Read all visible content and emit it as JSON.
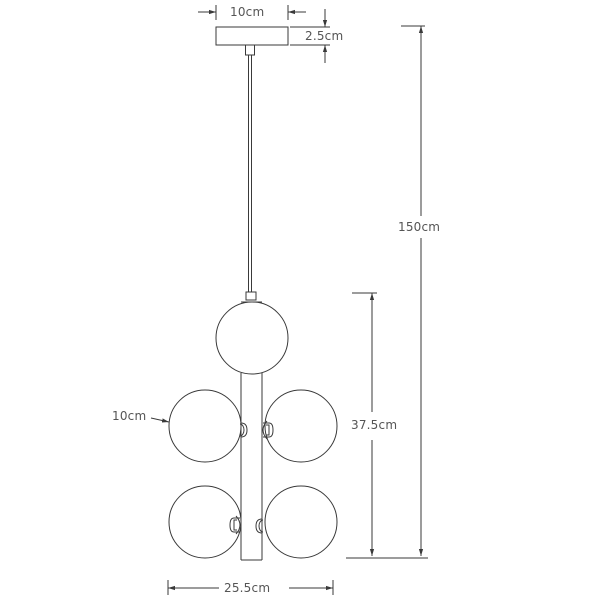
{
  "title": "Pendant lamp dimension drawing",
  "colors": {
    "line": "#3a3a3a",
    "text": "#555555",
    "background": "#ffffff"
  },
  "dimensions": {
    "canopy_width": "10cm",
    "canopy_height": "2.5cm",
    "total_height": "150cm",
    "body_height": "37.5cm",
    "globe_diameter": "10cm",
    "total_width": "25.5cm"
  },
  "parts": {
    "canopy": "ceiling-canopy",
    "cord": "suspension-cord",
    "center_bar": "vertical-bar",
    "globes": [
      "top-globe",
      "upper-left-globe",
      "upper-right-globe",
      "lower-left-globe",
      "lower-right-globe"
    ]
  }
}
